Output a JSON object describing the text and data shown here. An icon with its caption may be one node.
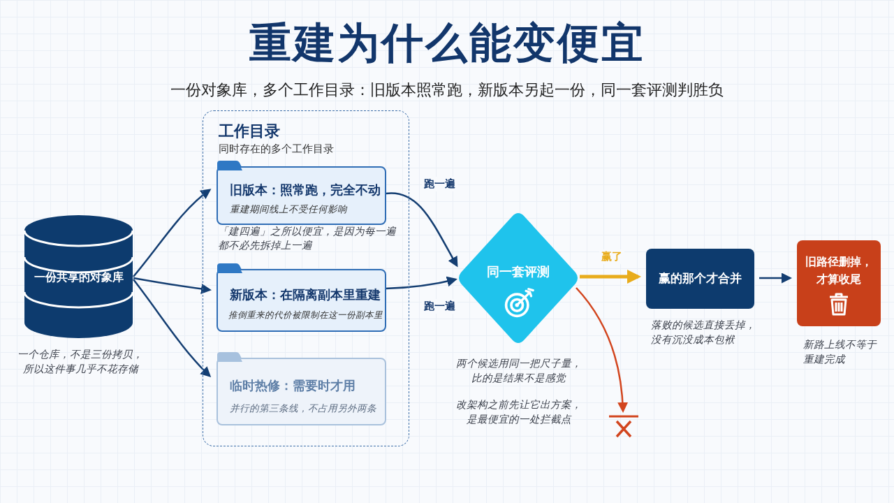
{
  "diagram": {
    "title": "重建为什么能变便宜",
    "nodes": [
      {
        "text": [
          "一份共享的对象库"
        ],
        "beside": [
          "一个仓库，不是三份拷贝，所以这件事几乎不花存储"
        ]
      },
      {
        "text": [
          "工作目录",
          "同时存在的多个工作目录"
        ]
      },
      {
        "text": [
          "旧版本：照常跑，完全不动",
          "重建期间线上不受任何影响"
        ],
        "in": 1
      },
      {
        "text": [
          "新版本：在隔离副本里重建",
          "推倒重来的代价被限制在这一份副本里"
        ],
        "in": 1
      },
      {
        "text": [
          "临时热修：需要时才用",
          "并行的第三条线，不占用另外两条"
        ],
        "in": 1
      },
      {
        "text": [
          "同一套评测"
        ],
        "beside": [
          "两个候选用同一把尺子量，比的是结果不是感觉",
          "改架构之前先让它出方案，是最便宜的一处拦截点"
        ]
      },
      {
        "text": [],
        "shape": "cross"
      },
      {
        "text": [
          "赢的那个才合并"
        ],
        "beside": [
          "落败的候选直接丢掉，没有沉没成本包袱"
        ]
      },
      {
        "text": [
          "旧路径删掉，才算收尾"
        ],
        "beside": [
          "新路上线不等于重建完成"
        ]
      }
    ],
    "edges": [
      {
        "from": 0,
        "to": 2,
        "arrow": "to"
      },
      {
        "from": 0,
        "to": 3,
        "arrow": "to"
      },
      {
        "from": 0,
        "to": 4,
        "arrow": "to"
      },
      {
        "from": 2,
        "to": 5,
        "arrow": "to",
        "label": "跑一遍"
      },
      {
        "from": 3,
        "to": 5,
        "arrow": "to",
        "label": "跑一遍"
      },
      {
        "from": 5,
        "to": 7,
        "arrow": "to",
        "label": "赢了",
        "style": "thick",
        "color": "#e8ac1c"
      },
      {
        "from": 5,
        "to": 6,
        "arrow": "to",
        "color": "#d2451e"
      },
      {
        "from": 7,
        "to": 8,
        "arrow": "to"
      }
    ],
    "labels": [
      "一份对象库，多个工作目录：旧版本照常跑，新版本另起一份，同一套评测判胜负",
      "「建四遍」之所以便宜，是因为每一遍都不必先拆掉上一遍"
    ]
  }
}
